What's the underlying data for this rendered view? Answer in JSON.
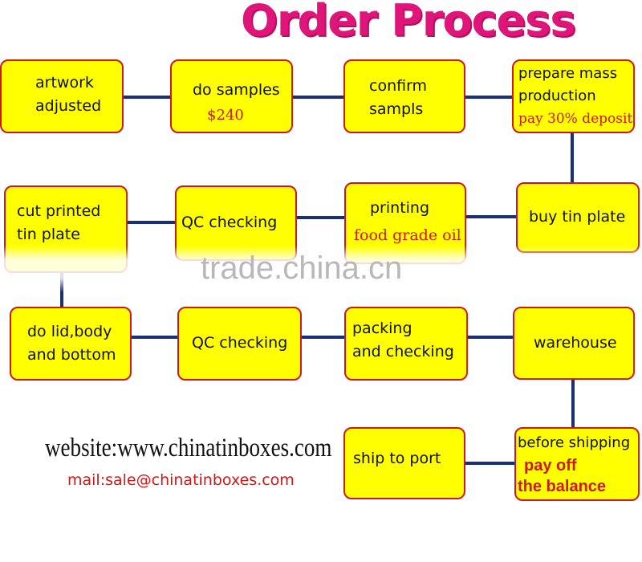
{
  "title": "Order Process",
  "colors": {
    "box_fill": "#ffff00",
    "box_border": "#d01818",
    "connector": "#1a2f7a",
    "title": "#e0157a",
    "highlight": "#d01818"
  },
  "steps": [
    {
      "lines": [
        "artwork",
        "adjusted"
      ],
      "sub": []
    },
    {
      "lines": [
        "do samples"
      ],
      "sub": [
        "$240"
      ]
    },
    {
      "lines": [
        "confirm",
        "sampls"
      ],
      "sub": []
    },
    {
      "lines": [
        "prepare mass",
        "production"
      ],
      "sub": [
        "pay 30% deposit"
      ]
    },
    {
      "lines": [
        "buy tin plate"
      ],
      "sub": []
    },
    {
      "lines": [
        "printing"
      ],
      "sub": [
        "food grade oil"
      ]
    },
    {
      "lines": [
        "QC checking"
      ],
      "sub": []
    },
    {
      "lines": [
        "cut printed",
        "tin plate"
      ],
      "sub": []
    },
    {
      "lines": [
        "do lid,body",
        "and bottom"
      ],
      "sub": []
    },
    {
      "lines": [
        "QC checking"
      ],
      "sub": []
    },
    {
      "lines": [
        "packing",
        "and checking"
      ],
      "sub": []
    },
    {
      "lines": [
        "warehouse"
      ],
      "sub": []
    },
    {
      "lines": [
        "before shipping"
      ],
      "sub": [
        "pay off",
        "the balance"
      ]
    },
    {
      "lines": [
        "ship to port"
      ],
      "sub": []
    }
  ],
  "watermark": "trade.china.cn",
  "website": "website:www.chinatinboxes.com",
  "mail": "mail:sale@chinatinboxes.com"
}
